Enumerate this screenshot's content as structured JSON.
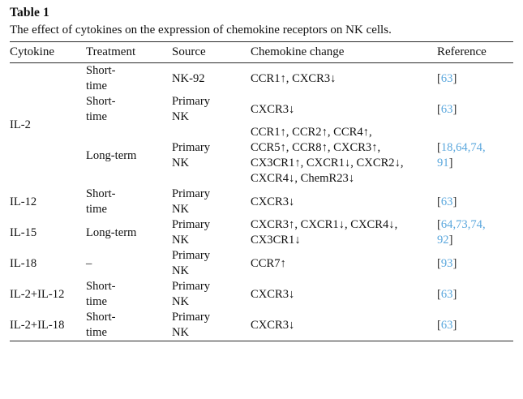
{
  "table": {
    "label": "Table 1",
    "caption": "The effect of cytokines on the expression of chemokine receptors on NK cells.",
    "columns": [
      "Cytokine",
      "Treatment",
      "Source",
      "Chemokine change",
      "Reference"
    ],
    "rows": [
      {
        "cytokine": "IL-2",
        "cytokine_rowspan": 3,
        "cytokine_lines": [
          "IL-2"
        ],
        "treatment_lines": [
          "Short-",
          "time"
        ],
        "source_lines": [
          "NK-92"
        ],
        "change_lines": [
          "CCR1↑, CXCR3↓"
        ],
        "reference_lines": [
          [
            "63"
          ]
        ]
      },
      {
        "treatment_lines": [
          "Short-",
          "time"
        ],
        "source_lines": [
          "Primary",
          "NK"
        ],
        "change_lines": [
          "CXCR3↓"
        ],
        "reference_lines": [
          [
            "63"
          ]
        ]
      },
      {
        "treatment_lines": [
          "Long-term"
        ],
        "source_lines": [
          "Primary",
          "NK"
        ],
        "change_lines": [
          "CCR1↑, CCR2↑, CCR4↑,",
          "CCR5↑, CCR8↑, CXCR3↑,",
          "CX3CR1↑, CXCR1↓, CXCR2↓,",
          "CXCR4↓, ChemR23↓"
        ],
        "reference_lines": [
          [
            "18",
            "64",
            "74"
          ],
          [
            "91"
          ]
        ]
      },
      {
        "cytokine": "IL-12",
        "cytokine_rowspan": 1,
        "cytokine_lines": [
          "IL-12"
        ],
        "treatment_lines": [
          "Short-",
          "time"
        ],
        "source_lines": [
          "Primary",
          "NK"
        ],
        "change_lines": [
          "CXCR3↓"
        ],
        "reference_lines": [
          [
            "63"
          ]
        ]
      },
      {
        "cytokine": "IL-15",
        "cytokine_rowspan": 1,
        "cytokine_lines": [
          "IL-15"
        ],
        "treatment_lines": [
          "Long-term"
        ],
        "source_lines": [
          "Primary",
          "NK"
        ],
        "change_lines": [
          "CXCR3↑, CXCR1↓, CXCR4↓,",
          "CX3CR1↓"
        ],
        "reference_lines": [
          [
            "64",
            "73",
            "74"
          ],
          [
            "92"
          ]
        ]
      },
      {
        "cytokine": "IL-18",
        "cytokine_rowspan": 1,
        "cytokine_lines": [
          "IL-18"
        ],
        "treatment_lines": [
          "–"
        ],
        "source_lines": [
          "Primary",
          "NK"
        ],
        "change_lines": [
          "CCR7↑"
        ],
        "reference_lines": [
          [
            "93"
          ]
        ]
      },
      {
        "cytokine": "IL-2+IL-12",
        "cytokine_rowspan": 1,
        "cytokine_lines": [
          "IL-2+IL-",
          "12"
        ],
        "treatment_lines": [
          "Short-",
          "time"
        ],
        "source_lines": [
          "Primary",
          "NK"
        ],
        "change_lines": [
          "CXCR3↓"
        ],
        "reference_lines": [
          [
            "63"
          ]
        ]
      },
      {
        "cytokine": "IL-2+IL-18",
        "cytokine_rowspan": 1,
        "cytokine_lines": [
          "IL-2+IL-",
          "18"
        ],
        "treatment_lines": [
          "Short-",
          "time"
        ],
        "source_lines": [
          "Primary",
          "NK"
        ],
        "change_lines": [
          "CXCR3↓"
        ],
        "reference_lines": [
          [
            "63"
          ]
        ]
      }
    ],
    "colors": {
      "reference_link": "#5aa7dd",
      "text": "#111111",
      "rule": "#2a2a2a"
    }
  }
}
